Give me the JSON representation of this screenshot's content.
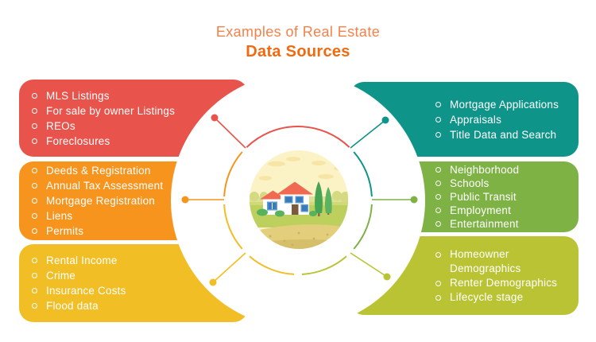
{
  "title": {
    "line1": "Examples of Real Estate",
    "line2": "Data Sources"
  },
  "colors": {
    "red": "#E8534B",
    "orange": "#F7941E",
    "yellow": "#F2BE25",
    "teal": "#0E9488",
    "green": "#7FB245",
    "lime": "#B9C333",
    "title_light": "#F5814A",
    "title_bold": "#F26A10",
    "background": "#FFFFFF",
    "list_text": "#FFFFFF"
  },
  "boxes": [
    {
      "id": "listings",
      "side": "left",
      "color": "red",
      "items": [
        "MLS Listings",
        "For sale by owner Listings",
        "REOs",
        "Foreclosures"
      ]
    },
    {
      "id": "registration",
      "side": "left",
      "color": "orange",
      "items": [
        "Deeds & Registration",
        "Annual Tax Assessment",
        "Mortgage Registration",
        "Liens",
        "Permits"
      ]
    },
    {
      "id": "risk",
      "side": "left",
      "color": "yellow",
      "items": [
        "Rental Income",
        "Crime",
        "Insurance Costs",
        "Flood data"
      ]
    },
    {
      "id": "mortgage",
      "side": "right",
      "color": "teal",
      "items": [
        "Mortgage Applications",
        "Appraisals",
        "Title Data and Search"
      ]
    },
    {
      "id": "neighborhood",
      "side": "right",
      "color": "green",
      "items": [
        "Neighborhood",
        "Schools",
        "Public Transit",
        "Employment",
        "Entertainment"
      ]
    },
    {
      "id": "demographics",
      "side": "right",
      "color": "lime",
      "items": [
        "Homeowner Demographics",
        "Renter Demographics",
        "Lifecycle stage"
      ]
    }
  ],
  "center": {
    "illustration": "house-with-trees-landscape"
  }
}
